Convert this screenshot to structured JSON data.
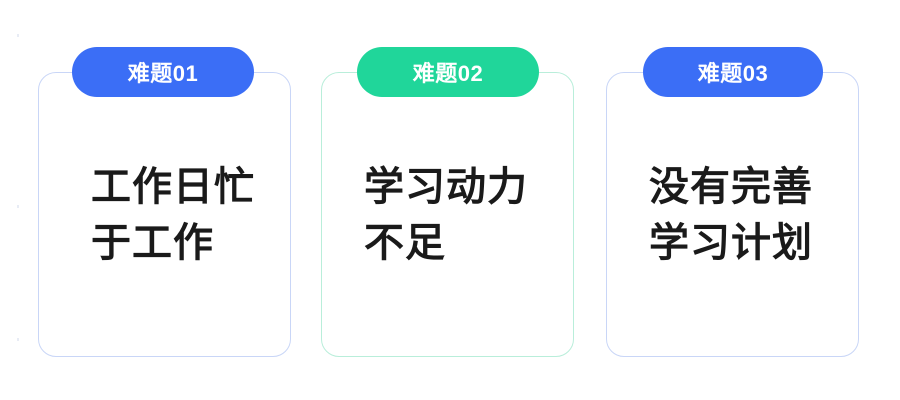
{
  "page": {
    "background": "#ffffff",
    "layout": "three-column-cards"
  },
  "colors": {
    "badge_blue": "#3B6EF6",
    "badge_green": "#20d69a",
    "card_border_blue": "#c9d6f7",
    "card_border_green": "#b9eeda",
    "body_text": "#1a1a1a",
    "badge_text": "#ffffff"
  },
  "cards": [
    {
      "badge_label": "难题01",
      "badge_color": "#3B6EF6",
      "border_color": "#c9d6f7",
      "body_text": "工作日忙\n于工作"
    },
    {
      "badge_label": "难题02",
      "badge_color": "#20d69a",
      "border_color": "#b9eeda",
      "body_text": "学习动力\n不足"
    },
    {
      "badge_label": "难题03",
      "badge_color": "#3B6EF6",
      "border_color": "#c9d6f7",
      "body_text": "没有完善\n学习计划"
    }
  ]
}
